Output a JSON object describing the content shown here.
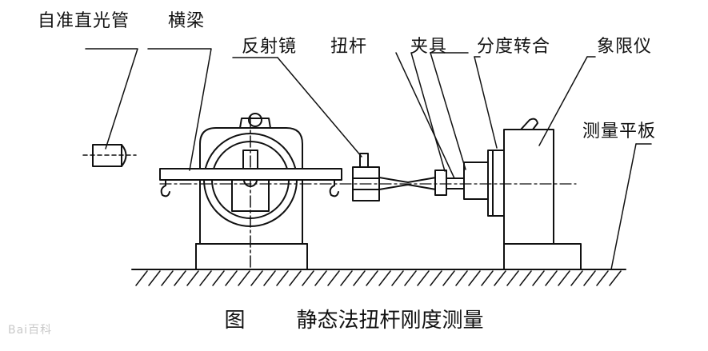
{
  "labels": {
    "autocollimator": "自准直光管",
    "crossbeam": "横梁",
    "mirror": "反射镜",
    "torsion_bar": "扭杆",
    "fixture": "夹具",
    "indexing_turntable": "分度转合",
    "quadrant": "象限仪",
    "measuring_plate": "测量平板"
  },
  "caption": {
    "figure": "图",
    "title": "静态法扭杆刚度测量"
  },
  "watermark": "Bai百科"
}
